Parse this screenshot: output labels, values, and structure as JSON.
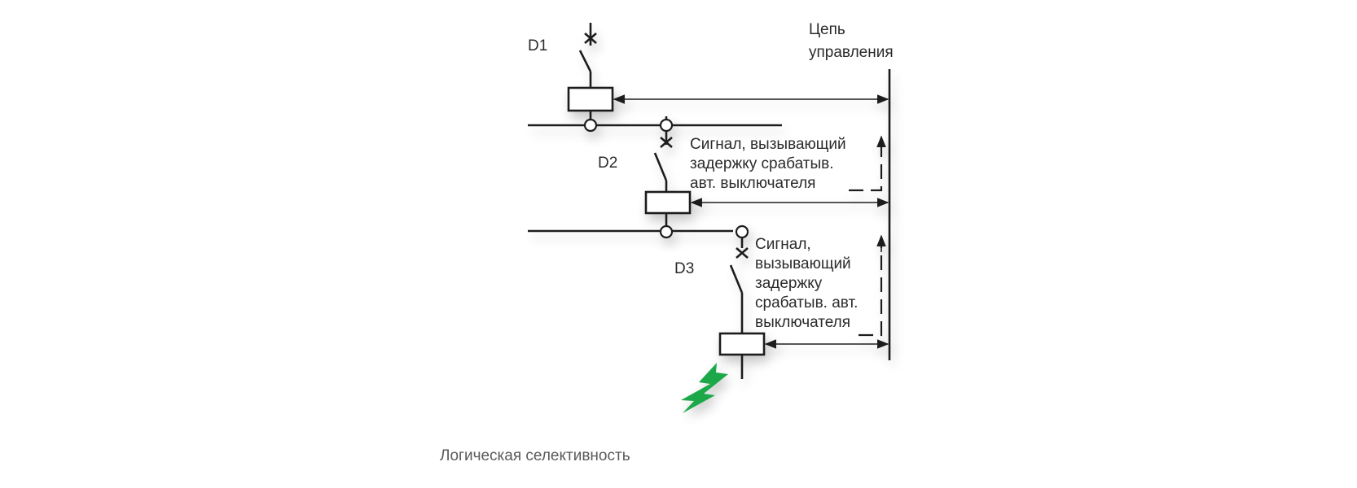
{
  "labels": {
    "d1": "D1",
    "d2": "D2",
    "d3": "D3",
    "control_line1": "Цепь",
    "control_line2": "управления",
    "signal1_line1": "Сигнал, вызывающий",
    "signal1_line2": "задержку срабатыв.",
    "signal1_line3": "авт. выключателя",
    "signal2_line1": "Сигнал,",
    "signal2_line2": "вызывающий",
    "signal2_line3": "задержку",
    "signal2_line4": "срабатыв. авт.",
    "signal2_line5": "выключателя"
  },
  "caption": "Логическая селективность",
  "colors": {
    "line": "#1e1e1e",
    "fault": "#1aa84a",
    "caption": "#5a5a5a"
  },
  "icons": {
    "fault": "lightning-bolt-icon"
  }
}
